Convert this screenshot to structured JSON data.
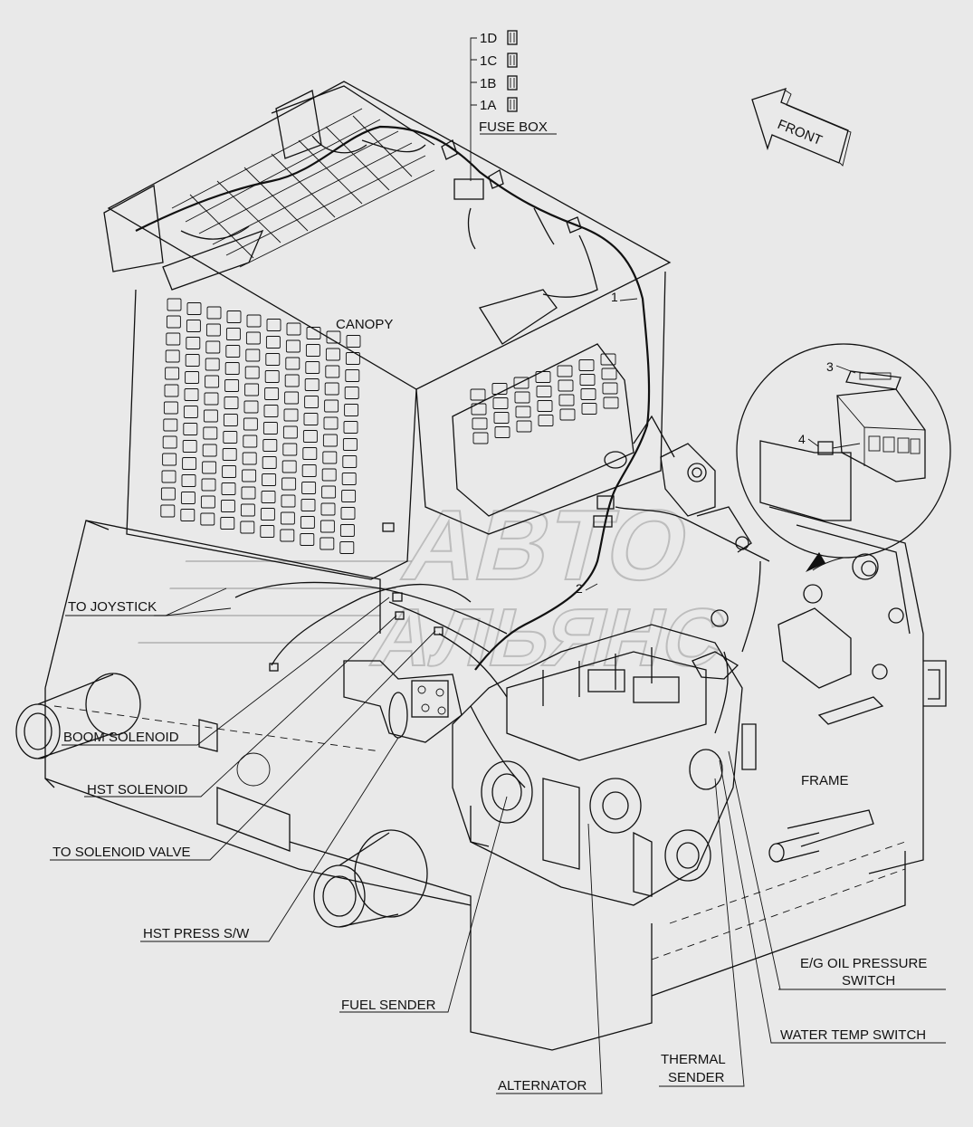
{
  "fuse_box": {
    "title": "FUSE BOX",
    "fuses": [
      "1D",
      "1C",
      "1B",
      "1A"
    ]
  },
  "direction_arrow": "FRONT",
  "parts": {
    "canopy": "CANOPY",
    "frame": "FRAME"
  },
  "callouts": {
    "c1": "1",
    "c2": "2",
    "c3": "3",
    "c4": "4"
  },
  "left_labels": {
    "joystick": "TO JOYSTICK",
    "boom": "BOOM SOLENOID",
    "hst": "HST SOLENOID",
    "valve": "TO SOLENOID VALVE",
    "press": "HST PRESS S/W",
    "fuel": "FUEL SENDER",
    "alternator": "ALTERNATOR"
  },
  "right_labels": {
    "thermal_1": "THERMAL",
    "thermal_2": "SENDER",
    "water": "WATER TEMP SWITCH",
    "oil_1": "E/G OIL PRESSURE",
    "oil_2": "SWITCH"
  },
  "watermark": {
    "line1": "ABTO",
    "line2": "АЛЬЯНС"
  }
}
